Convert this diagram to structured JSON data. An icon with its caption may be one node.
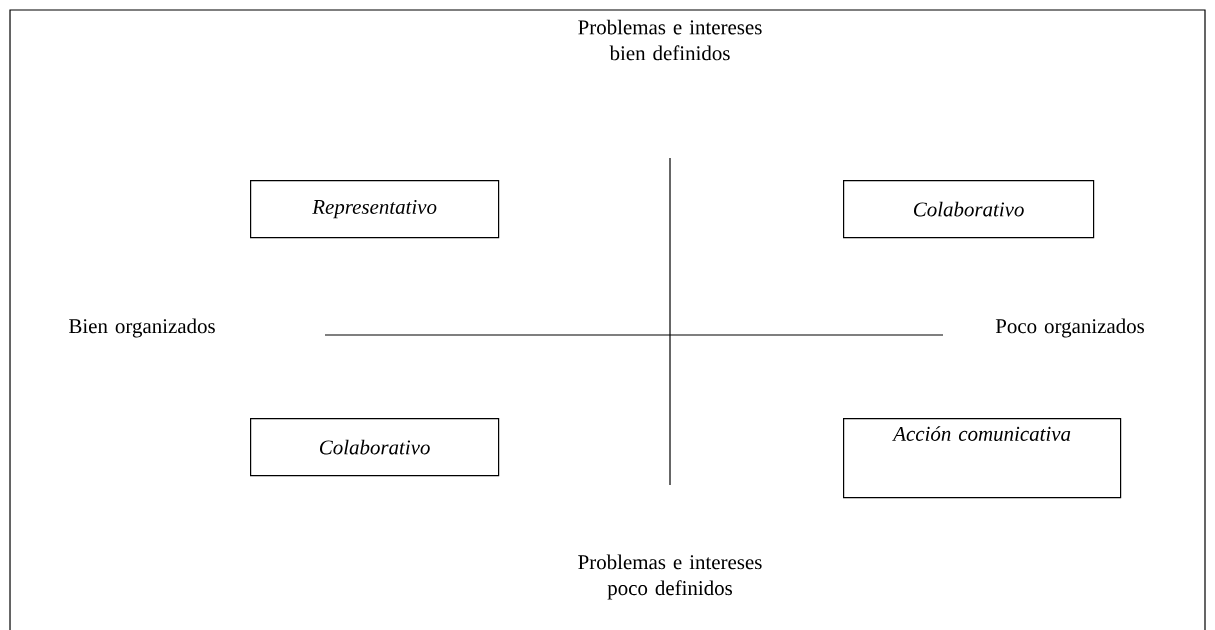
{
  "diagram": {
    "nodes": [
      {
        "text": [
          "Representativo"
        ]
      },
      {
        "text": [
          "Colaborativo"
        ]
      },
      {
        "text": [
          "Colaborativo"
        ]
      },
      {
        "text": [
          "Acción comunicativa"
        ]
      }
    ],
    "labels": [
      "Problemas e intereses bien definidos",
      "Bien organizados",
      "Poco organizados",
      "Problemas e intereses poco definidos"
    ]
  }
}
